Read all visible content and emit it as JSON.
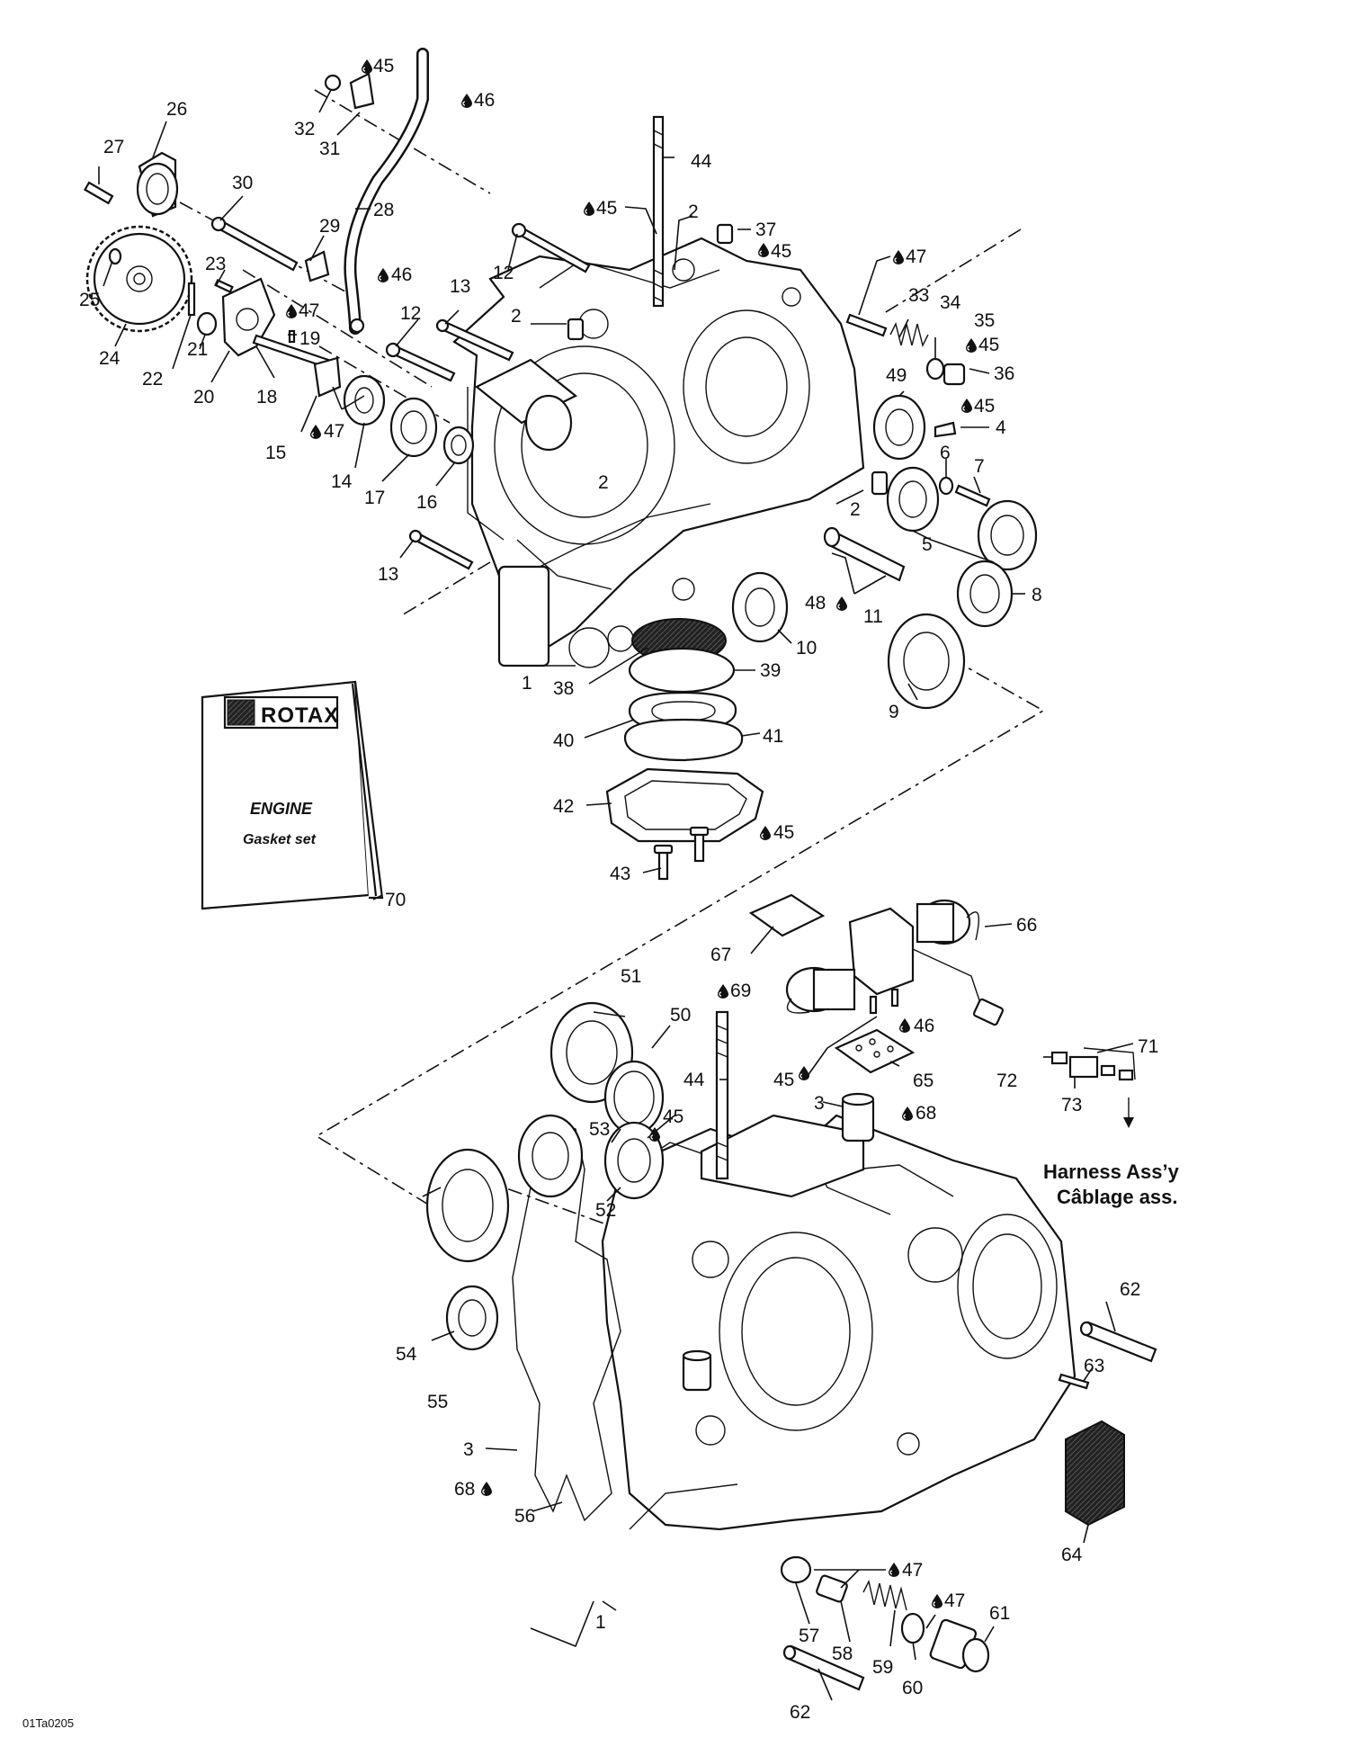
{
  "diagram_code": "01Ta0205",
  "booklet": {
    "brand": "ROTAX",
    "title": "ENGINE",
    "subtitle": "Gasket set"
  },
  "harness": {
    "line1": "Harness Ass’y",
    "line2": "Câblage ass."
  },
  "labels": {
    "l1a": "1",
    "l1b": "1",
    "l2a": "2",
    "l2b": "2",
    "l2c": "2",
    "l2d": "2",
    "l3a": "3",
    "l3b": "3",
    "l4": "4",
    "l5": "5",
    "l6": "6",
    "l7": "7",
    "l8": "8",
    "l9": "9",
    "l10": "10",
    "l11": "11",
    "l12a": "12",
    "l12b": "12",
    "l13a": "13",
    "l13b": "13",
    "l14": "14",
    "l15": "15",
    "l16": "16",
    "l17": "17",
    "l18": "18",
    "l19": "19",
    "l20": "20",
    "l21": "21",
    "l22": "22",
    "l23": "23",
    "l24": "24",
    "l25": "25",
    "l26": "26",
    "l27": "27",
    "l28": "28",
    "l29": "29",
    "l30": "30",
    "l31": "31",
    "l32": "32",
    "l33": "33",
    "l34": "34",
    "l35": "35",
    "l36": "36",
    "l37": "37",
    "l38": "38",
    "l39": "39",
    "l40": "40",
    "l41": "41",
    "l42": "42",
    "l43": "43",
    "l44a": "44",
    "l44b": "44",
    "l45a": "45",
    "l45b": "45",
    "l45c": "45",
    "l45d": "45",
    "l45e": "45",
    "l45f": "45",
    "l45g": "45",
    "l45h": "45",
    "l46a": "46",
    "l46b": "46",
    "l46c": "46",
    "l47a": "47",
    "l47b": "47",
    "l47c": "47",
    "l47d": "47",
    "l47e": "47",
    "l48": "48",
    "l49": "49",
    "l50": "50",
    "l51": "51",
    "l52": "52",
    "l53": "53",
    "l54": "54",
    "l55": "55",
    "l56": "56",
    "l57": "57",
    "l58": "58",
    "l59": "59",
    "l60": "60",
    "l61": "61",
    "l62a": "62",
    "l62b": "62",
    "l63": "63",
    "l64": "64",
    "l65": "65",
    "l66": "66",
    "l67": "67",
    "l68a": "68",
    "l68b": "68",
    "l69": "69",
    "l70": "70",
    "l71": "71",
    "l72": "72",
    "l73": "73"
  }
}
